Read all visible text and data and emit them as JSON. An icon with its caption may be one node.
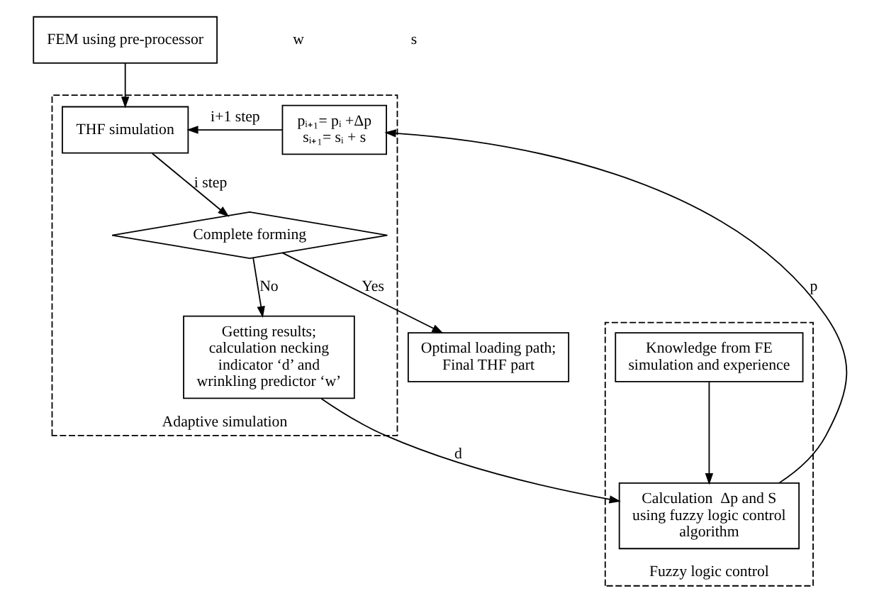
{
  "diagram": {
    "nodes": [
      {
        "text": [
          "FEM using pre-processor"
        ]
      },
      {
        "text": [
          "Adaptive simulation"
        ]
      },
      {
        "text": [
          "THF simulation"
        ],
        "in": 1
      },
      {
        "text": [
          "pᵢ₊₁= pᵢ +Δp",
          "sᵢ₊₁= sᵢ + s"
        ],
        "in": 1
      },
      {
        "text": [
          "Complete forming"
        ],
        "in": 1
      },
      {
        "text": [
          "Getting results; calculation necking indicator ‘d’ and wrinkling predictor ‘w’"
        ],
        "in": 1
      },
      {
        "text": [
          "Optimal loading path; Final THF part"
        ]
      },
      {
        "text": [
          "Fuzzy logic control"
        ]
      },
      {
        "text": [
          "Calculation  Δp and S using fuzzy logic control algorithm"
        ],
        "in": 7
      },
      {
        "text": [
          "Knowledge from FE simulation and experience"
        ],
        "in": 7
      }
    ],
    "edges": [
      {
        "from": 0,
        "to": 2,
        "arrow": "to"
      },
      {
        "from": 2,
        "to": 4,
        "arrow": "to",
        "label": "i step"
      },
      {
        "from": 4,
        "to": 6,
        "arrow": "to",
        "label": "Yes"
      },
      {
        "from": 4,
        "to": 5,
        "arrow": "to",
        "label": "No"
      },
      {
        "from": 5,
        "to": 8,
        "arrow": "to",
        "label": "d"
      },
      {
        "from": 9,
        "to": 8,
        "arrow": "to"
      },
      {
        "from": 8,
        "to": 3,
        "arrow": "to",
        "label": "p"
      },
      {
        "from": 3,
        "to": 2,
        "arrow": "to",
        "label": "i+1 step"
      }
    ],
    "labels": [
      "w",
      "s"
    ]
  }
}
